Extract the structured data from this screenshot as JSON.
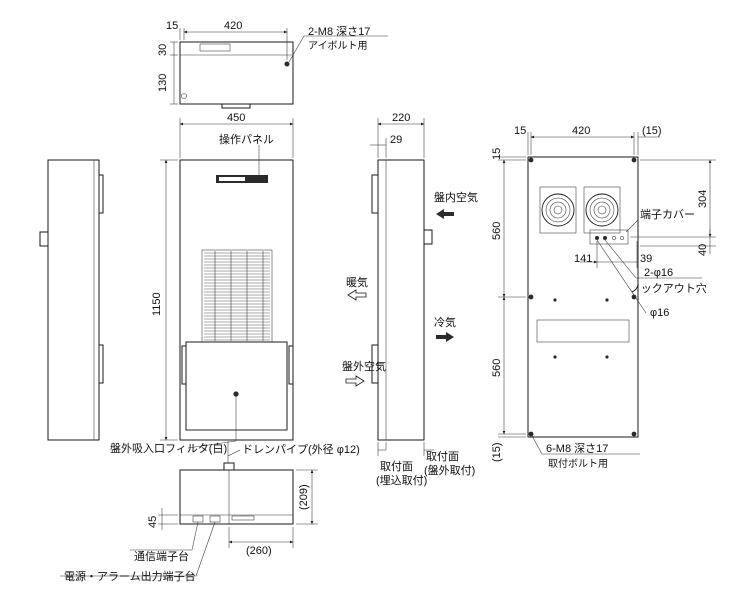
{
  "top_view": {
    "dim_15": "15",
    "dim_420": "420",
    "dim_30": "30",
    "dim_130": "130",
    "bolt_spec": "2-M8 深さ17",
    "bolt_use": "アイボルト用"
  },
  "front_view": {
    "dim_450": "450",
    "dim_1150": "1150",
    "panel_label": "操作パネル",
    "filter_label": "盤外吸入口フィルタ(白)",
    "drain_label": "ドレンパイプ(外径 φ12)"
  },
  "side_view": {
    "dim_220": "220",
    "dim_29": "29",
    "inside_air": "盤内空気",
    "warm_air": "暖気",
    "cool_air": "冷気",
    "outside_air": "盤外空気",
    "mount_face_embedded": "取付面",
    "mount_face_embedded_note": "(埋込取付)",
    "mount_face_external": "取付面",
    "mount_face_external_note": "(盤外取付)"
  },
  "bottom_view": {
    "dim_45": "45",
    "dim_209": "(209)",
    "dim_260": "(260)",
    "comm_terminal": "通信端子台",
    "power_terminal": "電源・アラーム出力端子台"
  },
  "rear_view": {
    "dim_15_left": "15",
    "dim_420": "420",
    "dim_15_right": "(15)",
    "dim_15_top": "15",
    "dim_304": "304",
    "dim_560_upper": "560",
    "dim_560_lower": "560",
    "dim_15_bottom": "(15)",
    "dim_40": "40",
    "dim_141": "141",
    "dim_39": "39",
    "terminal_cover": "端子カバー",
    "knockout_spec": "2-φ16",
    "knockout_label": "ノックアウト穴",
    "hole_16": "φ16",
    "bolt_spec": "6-M8 深さ17",
    "bolt_use": "取付ボルト用"
  }
}
